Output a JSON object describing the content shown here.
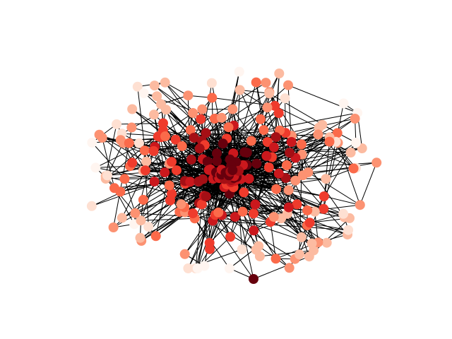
{
  "graph": {
    "layout": "spring",
    "node_count": 250,
    "colormap": "Reds",
    "colormap_stops": [
      "#fff5f0",
      "#fee0d2",
      "#fcbba1",
      "#fc9272",
      "#fb6a4a",
      "#ef3b2c",
      "#cb181d",
      "#a50f15",
      "#67000d"
    ],
    "edge_color": "#000000",
    "background": "#ffffff",
    "axes_visible": false
  }
}
